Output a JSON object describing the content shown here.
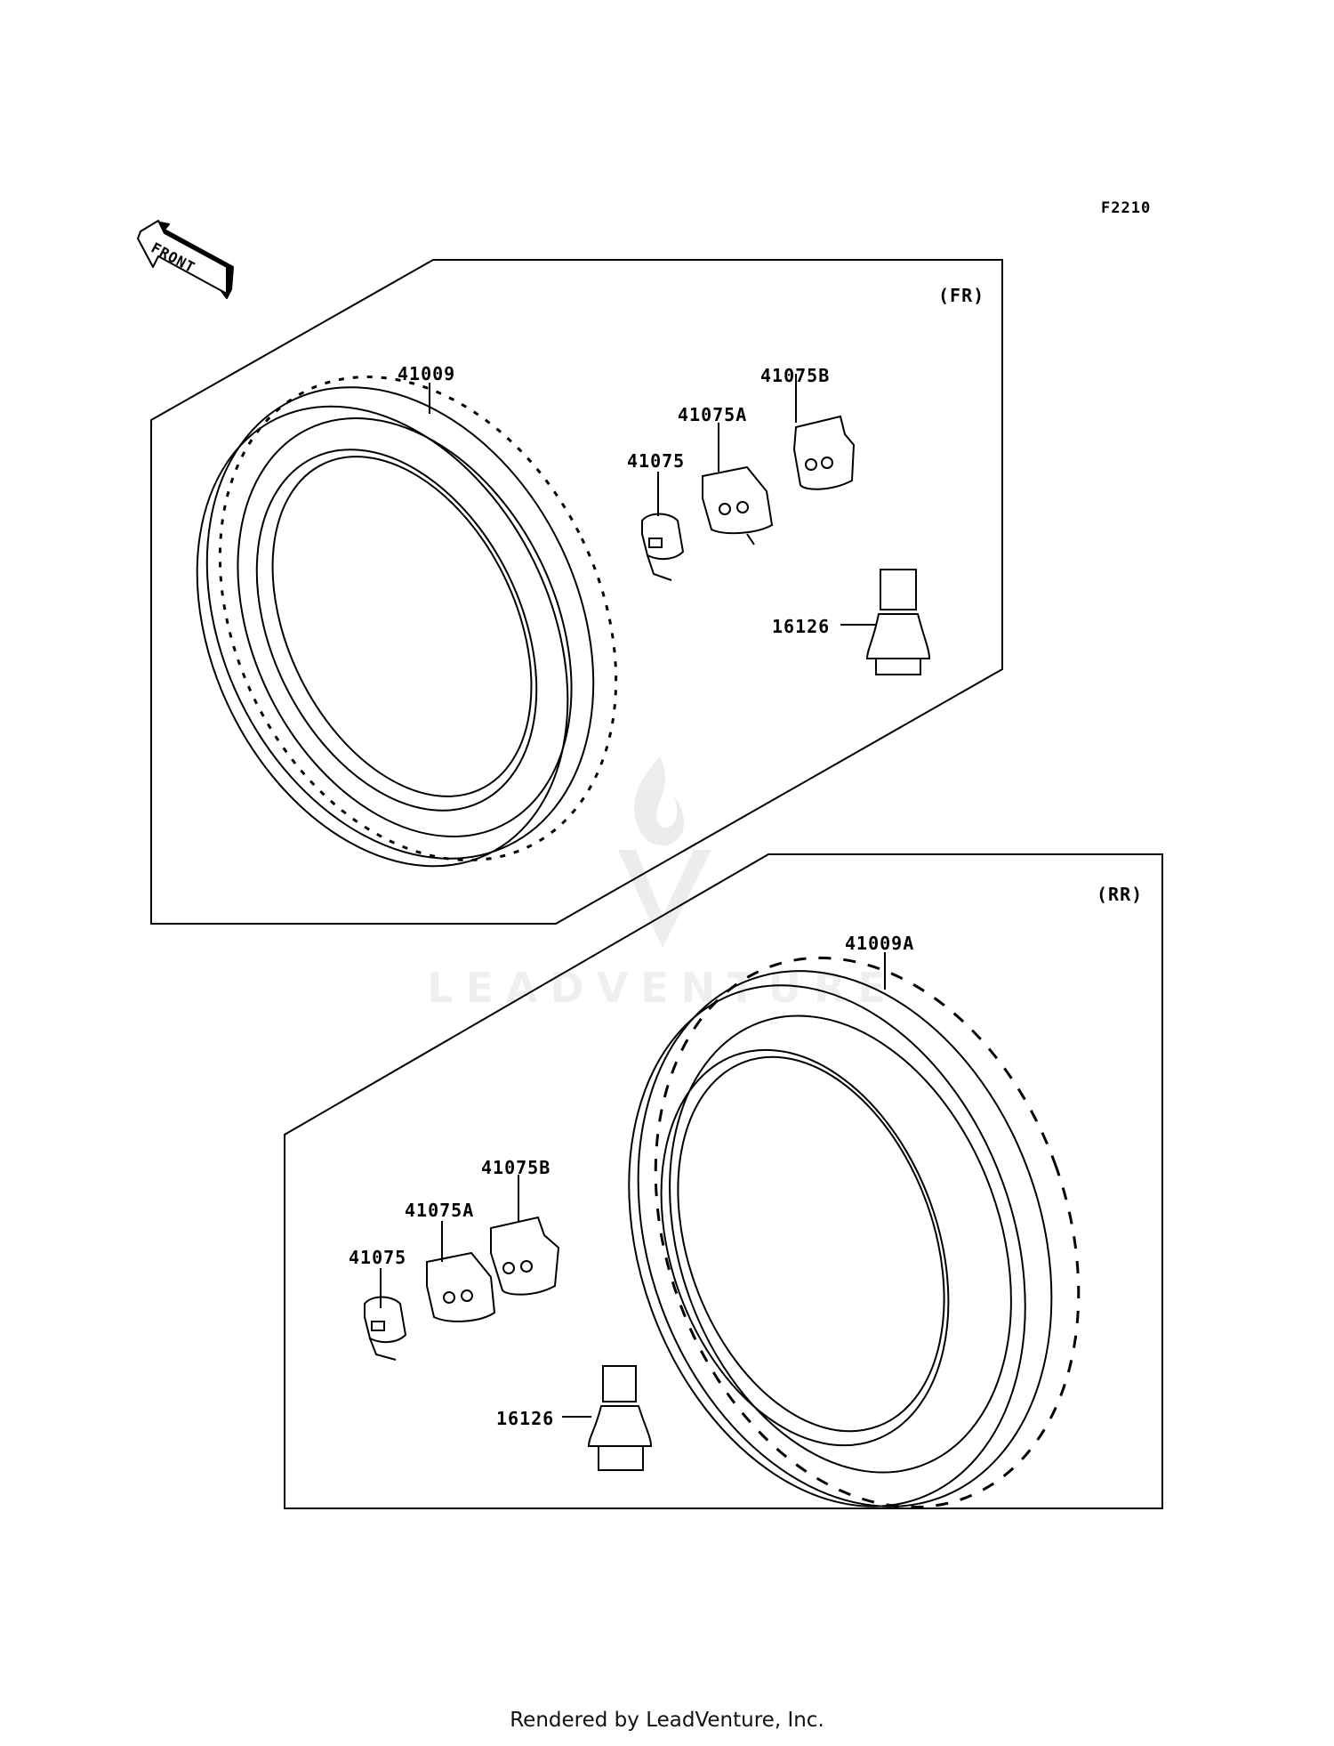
{
  "figure_code": "F2210",
  "front_arrow_label": "FRONT",
  "watermark_text": "LEADVENTURE",
  "footer": "Rendered by LeadVenture, Inc.",
  "front_panel": {
    "section_label": "(FR)",
    "parts": {
      "tire": "41009",
      "weight_a": "41075A",
      "weight_b": "41075B",
      "weight": "41075",
      "valve": "16126"
    }
  },
  "rear_panel": {
    "section_label": "(RR)",
    "parts": {
      "tire": "41009A",
      "weight_b": "41075B",
      "weight_a": "41075A",
      "weight": "41075",
      "valve": "16126"
    }
  },
  "colors": {
    "line": "#000000",
    "background": "#ffffff",
    "watermark": "#cccccc"
  }
}
